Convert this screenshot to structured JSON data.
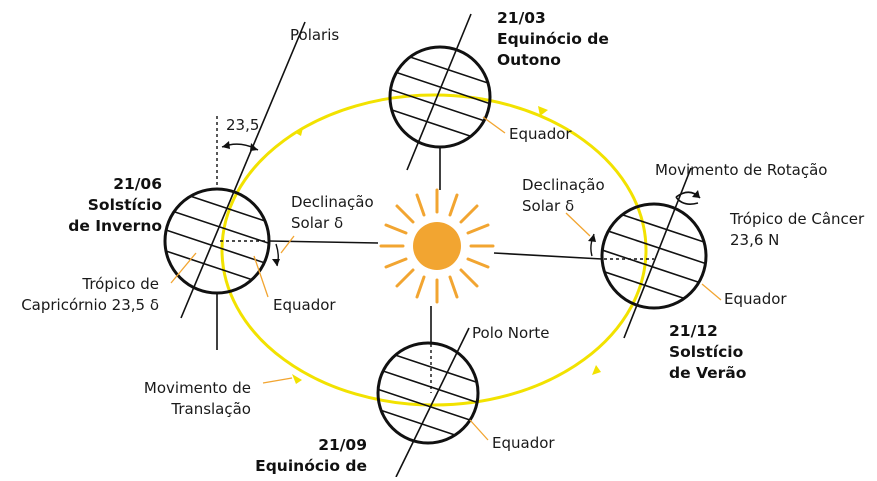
{
  "colors": {
    "orbit": "#f2e200",
    "sun": "#f2a531",
    "leader": "#f2a531",
    "stroke": "#111111"
  },
  "labels": {
    "polaris": "Polaris",
    "angle": "23,5",
    "march_date": "21/03",
    "march_event_1": "Equinócio de",
    "march_event_2": "Outono",
    "june_date": "21/06",
    "june_event_1": "Solstício",
    "june_event_2": "de Inverno",
    "dec_date": "21/12",
    "dec_event_1": "Solstício",
    "dec_event_2": "de Verão",
    "sep_date": "21/09",
    "sep_event_1": "Equinócio de",
    "equator_top": "Equador",
    "equator_left": "Equador",
    "equator_right": "Equador",
    "equator_bottom": "Equador",
    "declination_left_1": "Declinação",
    "declination_left_2": "Solar δ",
    "declination_right_1": "Declinação",
    "declination_right_2": "Solar δ",
    "rotation": "Movimento de Rotação",
    "cancer_1": "Trópico de Câncer",
    "cancer_2": "23,6 N",
    "capricorn_1": "Trópico de",
    "capricorn_2": "Capricórnio 23,5 δ",
    "translation_1": "Movimento de",
    "translation_2": "Translação",
    "polo_norte": "Polo Norte"
  }
}
